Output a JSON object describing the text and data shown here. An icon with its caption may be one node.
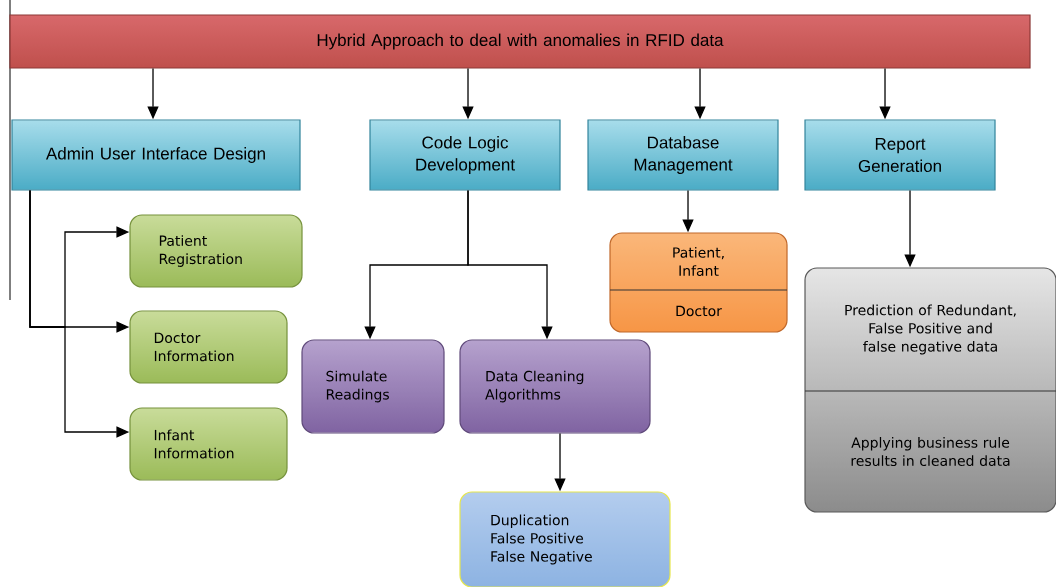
{
  "diagram": {
    "nodes": [
      {
        "text": [
          "Hybrid Approach to deal with anomalies in RFID data"
        ]
      },
      {
        "text": [
          "Admin User Interface Design"
        ]
      },
      {
        "text": [
          "Code Logic Development"
        ]
      },
      {
        "text": [
          "Database Management"
        ]
      },
      {
        "text": [
          "Report Generation"
        ]
      },
      {
        "text": [
          "Patient Registration"
        ]
      },
      {
        "text": [
          "Doctor Information"
        ]
      },
      {
        "text": [
          "Infant Information"
        ]
      },
      {
        "text": [
          "Patient, Infant",
          "Doctor"
        ]
      },
      {
        "text": [
          "Simulate Readings"
        ]
      },
      {
        "text": [
          "Data Cleaning Algorithms"
        ]
      },
      {
        "text": [
          "Prediction of Redundant, False Positive and false negative data",
          "Applying business rule results in cleaned data"
        ]
      },
      {
        "text": [
          "Duplication",
          "False Positive",
          "False Negative"
        ]
      }
    ],
    "edges": [
      {
        "from": 0,
        "to": 1,
        "arrow": "to"
      },
      {
        "from": 0,
        "to": 2,
        "arrow": "to"
      },
      {
        "from": 0,
        "to": 3,
        "arrow": "to"
      },
      {
        "from": 0,
        "to": 4,
        "arrow": "to"
      },
      {
        "from": 1,
        "to": 5,
        "arrow": "to"
      },
      {
        "from": 1,
        "to": 6,
        "arrow": "to"
      },
      {
        "from": 1,
        "to": 7,
        "arrow": "to"
      },
      {
        "from": 2,
        "to": 9,
        "arrow": "to"
      },
      {
        "from": 2,
        "to": 10,
        "arrow": "to"
      },
      {
        "from": 3,
        "to": 8,
        "arrow": "to"
      },
      {
        "from": 4,
        "to": 11,
        "arrow": "to"
      },
      {
        "from": 10,
        "to": 12,
        "arrow": "to"
      }
    ]
  }
}
